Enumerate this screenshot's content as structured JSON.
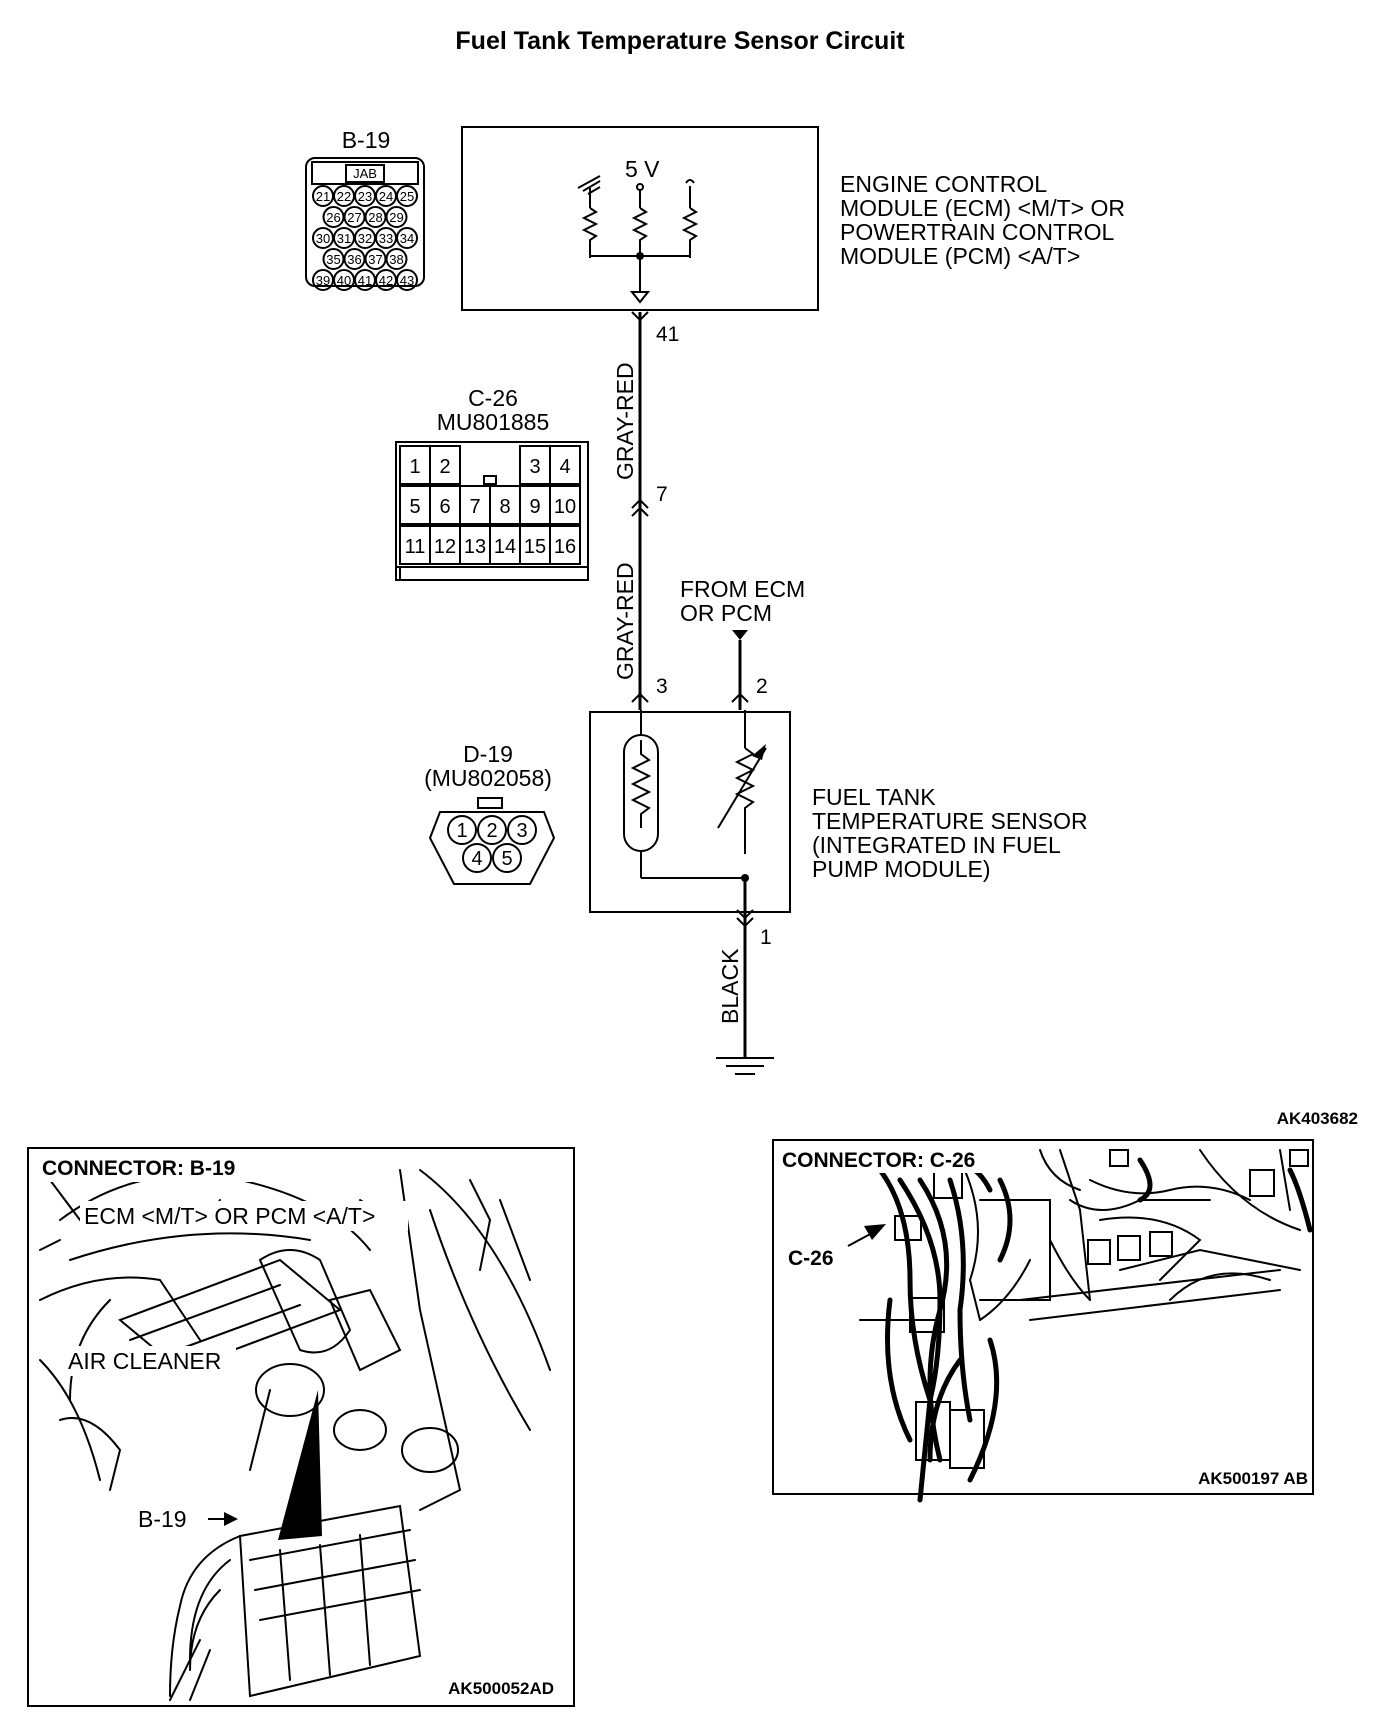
{
  "title": "Fuel Tank Temperature Sensor Circuit",
  "ecm": {
    "voltage_label": "5 V",
    "label_lines": [
      "ENGINE CONTROL",
      "MODULE (ECM) <M/T> OR",
      "POWERTRAIN CONTROL",
      "MODULE (PCM) <A/T>"
    ]
  },
  "connector_b19": {
    "id": "B-19",
    "tag": "JAB",
    "pin_rows": [
      [
        "21",
        "22",
        "23",
        "24",
        "25"
      ],
      [
        "26",
        "27",
        "28",
        "29"
      ],
      [
        "30",
        "31",
        "32",
        "33",
        "34"
      ],
      [
        "35",
        "36",
        "37",
        "38"
      ],
      [
        "39",
        "40",
        "41",
        "42",
        "43"
      ]
    ]
  },
  "connector_c26": {
    "id": "C-26",
    "part": "MU801885",
    "top_left": [
      "1",
      "2"
    ],
    "top_right": [
      "3",
      "4"
    ],
    "mid": [
      "5",
      "6",
      "7",
      "8",
      "9",
      "10"
    ],
    "bottom": [
      "11",
      "12",
      "13",
      "14",
      "15",
      "16"
    ]
  },
  "connector_d19": {
    "id": "D-19",
    "part": "(MU802058)",
    "top": [
      "1",
      "2",
      "3"
    ],
    "bottom": [
      "4",
      "5"
    ]
  },
  "wires": {
    "pin_41": "41",
    "pin_7": "7",
    "pin_3": "3",
    "pin_2": "2",
    "pin_1": "1",
    "color_upper": "GRAY-RED",
    "color_lower": "GRAY-RED",
    "color_ground": "BLACK",
    "from_lines": [
      "FROM ECM",
      "OR PCM"
    ]
  },
  "sensor": {
    "label_lines": [
      "FUEL TANK",
      "TEMPERATURE SENSOR",
      "(INTEGRATED IN FUEL",
      "PUMP MODULE)"
    ]
  },
  "codes": {
    "main": "AK403682",
    "left": "AK500052AD",
    "right": "AK500197 AB"
  },
  "left_panel": {
    "title": "CONNECTOR: B-19",
    "ecm_label": "ECM <M/T> OR PCM <A/T>",
    "air_cleaner": "AIR CLEANER",
    "pointer": "B-19"
  },
  "right_panel": {
    "title": "CONNECTOR: C-26",
    "pointer": "C-26"
  }
}
